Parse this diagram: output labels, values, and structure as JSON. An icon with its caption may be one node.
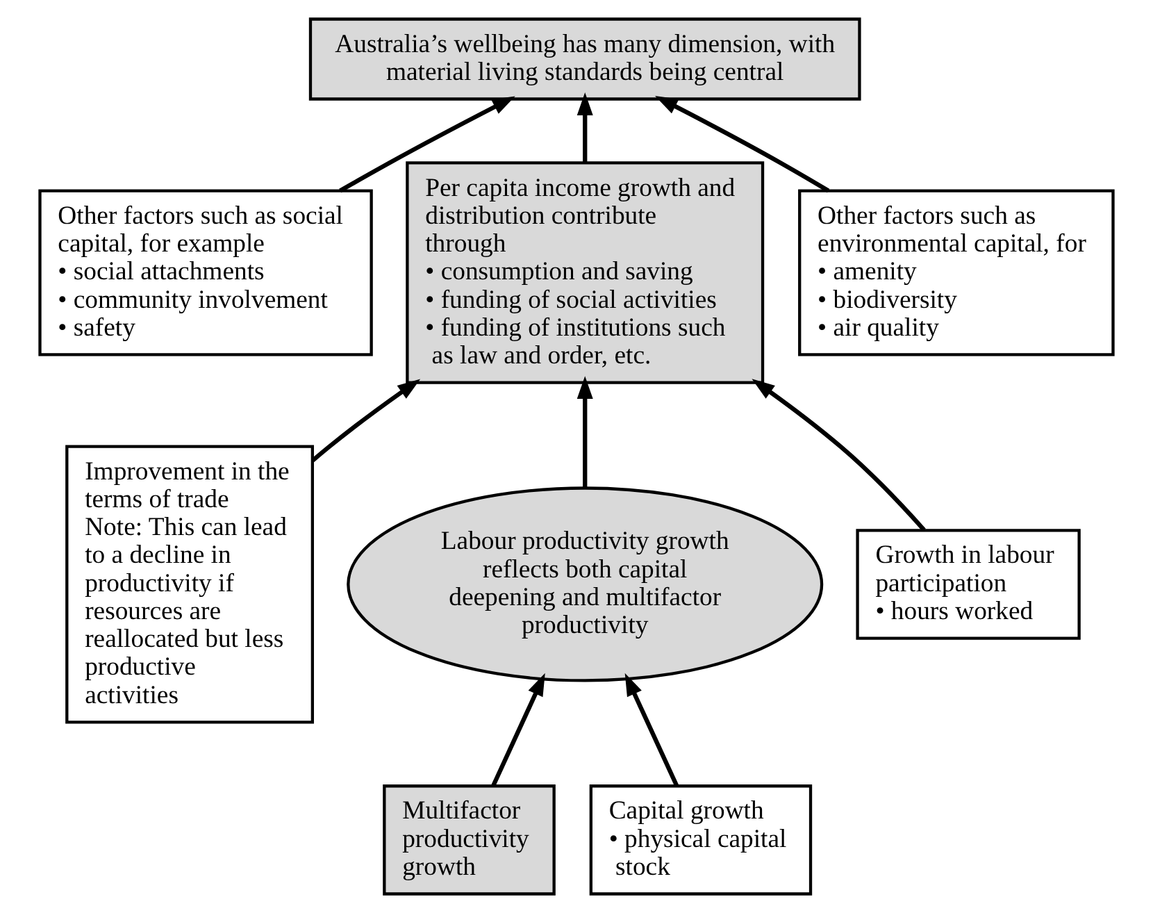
{
  "diagram": {
    "nodes": [
      {
        "text": [
          "Australia’s wellbeing has many dimension, with material living standards being central"
        ]
      },
      {
        "text": [
          "Other factors such as social capital, for example",
          "• social attachments",
          "• community involvement",
          "• safety"
        ]
      },
      {
        "text": [
          "Per capita income growth and distribution contribute through",
          "• consumption and saving",
          "• funding of social activities",
          "• funding of institutions such as law and order, etc."
        ]
      },
      {
        "text": [
          "Other factors such as environmental capital, for",
          "• amenity",
          "• biodiversity",
          "• air quality"
        ]
      },
      {
        "text": [
          "Improvement in the terms of trade",
          "Note: This can lead to a decline in productivity if resources are reallocated but less productive activities"
        ]
      },
      {
        "text": [
          "Labour productivity growth reflects both capital deepening and multifactor productivity"
        ]
      },
      {
        "text": [
          "Growth in labour participation",
          "• hours worked"
        ]
      },
      {
        "text": [
          "Multifactor productivity growth"
        ]
      },
      {
        "text": [
          "Capital growth",
          "• physical capital stock"
        ]
      }
    ],
    "edges": [
      {
        "from": 1,
        "to": 0,
        "arrow": "to"
      },
      {
        "from": 2,
        "to": 0,
        "arrow": "to"
      },
      {
        "from": 3,
        "to": 0,
        "arrow": "to"
      },
      {
        "from": 4,
        "to": 2,
        "arrow": "to"
      },
      {
        "from": 5,
        "to": 2,
        "arrow": "to"
      },
      {
        "from": 6,
        "to": 2,
        "arrow": "to"
      },
      {
        "from": 7,
        "to": 5,
        "arrow": "to"
      },
      {
        "from": 8,
        "to": 5,
        "arrow": "to"
      }
    ]
  }
}
